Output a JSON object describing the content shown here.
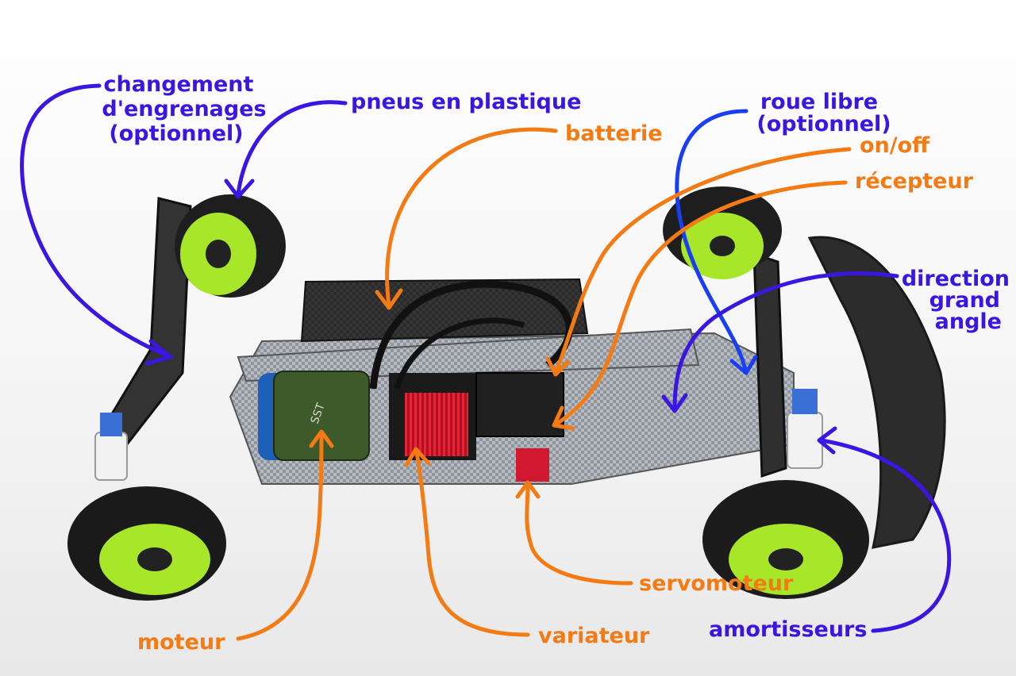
{
  "colors": {
    "label_blue": "#3b16e0",
    "label_orange": "#f47a13",
    "wheel_green": "#a8e62a",
    "chassis_carbon": "#2b2b2b",
    "chassis_silver": "#9aa0a6",
    "heatsink_red": "#c8162a",
    "motor_green": "#3f5a2a"
  },
  "labels": {
    "changement_line1": "changement",
    "changement_line2": "d'engrenages",
    "changement_line3": "(optionnel)",
    "pneus": "pneus en plastique",
    "batterie": "batterie",
    "roue_libre_line1": "roue libre",
    "roue_libre_line2": "(optionnel)",
    "on_off": "on/off",
    "recepteur": "récepteur",
    "direction_line1": "direction",
    "direction_line2": "grand",
    "direction_line3": "angle",
    "servomoteur": "servomoteur",
    "amortisseurs": "amortisseurs",
    "moteur": "moteur",
    "variateur": "variateur"
  },
  "motor_print": "SST"
}
